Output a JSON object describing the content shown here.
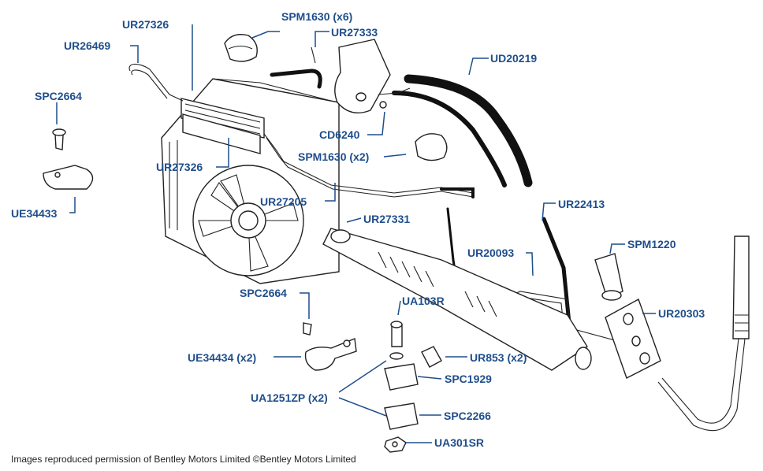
{
  "labels": {
    "spm1630_x6": "SPM1630 (x6)",
    "ur27326_top": "UR27326",
    "ur27333": "UR27333",
    "ur26469": "UR26469",
    "ud20219": "UD20219",
    "spc2664_left": "SPC2664",
    "cd6240": "CD6240",
    "spm1630_x2": "SPM1630 (x2)",
    "ur27326_lower": "UR27326",
    "ur27205": "UR27205",
    "ue34433": "UE34433",
    "ur27331": "UR27331",
    "ur22413": "UR22413",
    "ur20093": "UR20093",
    "spm1220": "SPM1220",
    "ur20303": "UR20303",
    "spc2664_mid": "SPC2664",
    "ua103r": "UA103R",
    "ur853_x2": "UR853 (x2)",
    "ue34434_x2": "UE34434 (x2)",
    "spc1929": "SPC1929",
    "ua1251zp_x2": "UA1251ZP (x2)",
    "spc2266": "SPC2266",
    "ua301sr": "UA301SR"
  },
  "caption": "Images reproduced permission of Bentley Motors Limited ©Bentley Motors Limited",
  "colors": {
    "label": "#1f4e8c",
    "line_art": "#222222",
    "background": "#ffffff"
  }
}
